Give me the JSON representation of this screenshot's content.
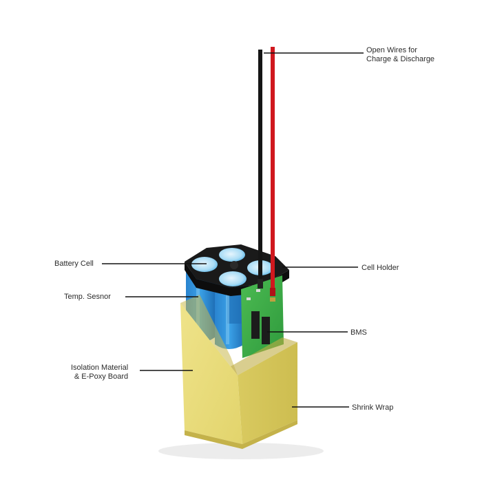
{
  "labels": {
    "open_wires": [
      "Open Wires for",
      "Charge & Discharge"
    ],
    "battery_cell": "Battery Cell",
    "temp_sensor": "Temp. Sesnor",
    "isolation": [
      "Isolation Material",
      "& E-Poxy Board"
    ],
    "cell_holder": "Cell Holder",
    "bms": "BMS",
    "shrink_wrap": "Shrink Wrap"
  },
  "colors": {
    "cell_blue": "#2f8fd8",
    "cell_blue_dark": "#1f6fb6",
    "cell_top": "#9fd3f2",
    "holder": "#1a1a1a",
    "pcb_green": "#3fae4a",
    "wrap_yellow": "#e8dc7a",
    "wrap_yellow_dark": "#d4c55e",
    "wire_red": "#d0181e",
    "wire_black": "#151515",
    "leader": "#111111"
  }
}
